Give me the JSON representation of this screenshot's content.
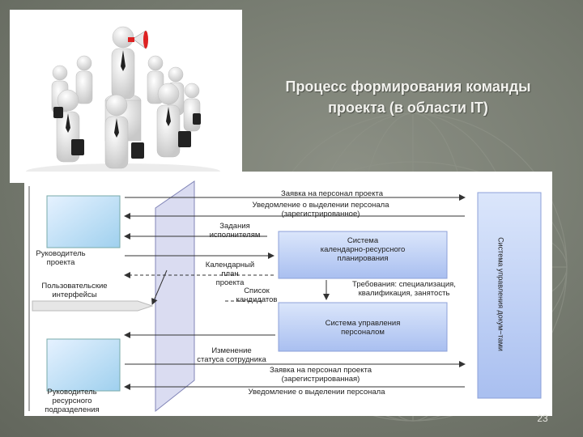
{
  "slide": {
    "title_line1": "Процесс формирования команды",
    "title_line2": "проекта (в области IT)",
    "page_number": "23"
  },
  "image": {
    "icon": "team-leader-megaphone-figures"
  },
  "diagram": {
    "left_labels": {
      "project_manager": [
        "Руководитель",
        "проекта"
      ],
      "user_interfaces": [
        "Пользовательские",
        "интерфейсы"
      ],
      "resource_manager": [
        "Руководитель",
        "ресурсного",
        "подразделения"
      ]
    },
    "systems": {
      "planning": [
        "Система",
        "календарно-ресурсного",
        "планирования"
      ],
      "hr": [
        "Система управления",
        "персоналом"
      ],
      "docflow": "Система управления докум~тами"
    },
    "flows": {
      "request_top": "Заявка на персонал проекта",
      "notice_top_1": "Уведомление о выделении персонала",
      "notice_top_2": "(зарегистрированное)",
      "tasks": [
        "Задания",
        "исполнителям"
      ],
      "calendar": [
        "Календарный",
        "план",
        "проекта"
      ],
      "candidates": [
        "Список",
        "кандидатов"
      ],
      "requirements_1": "Требования: специализация,",
      "requirements_2": "квалификация, занятость",
      "status_change": [
        "Изменение",
        "статуса сотрудника"
      ],
      "request_bottom_1": "Заявка на персонал проекта",
      "request_bottom_2": "(зарегистрированная)",
      "notice_bottom": "Уведомление о выделении персонала"
    }
  },
  "colors": {
    "box_fill": "#b8ccf0",
    "box_fill_light": "#cfe0f8",
    "plane_fill": "#d7d9f0",
    "slide_bg": "#7b7f74"
  }
}
